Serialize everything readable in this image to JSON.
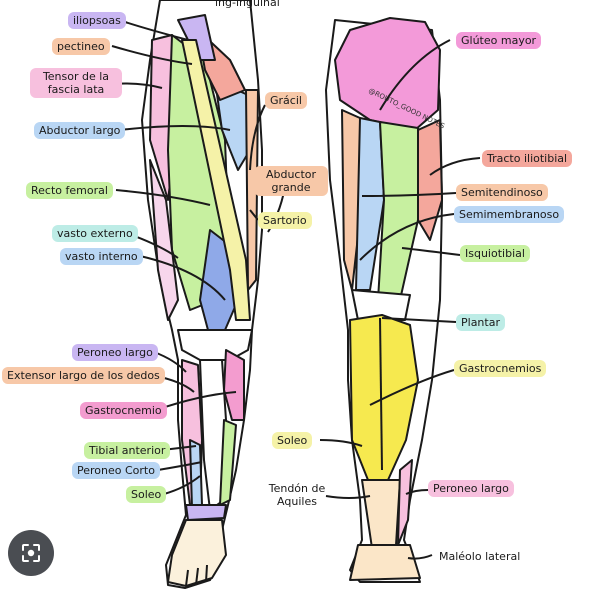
{
  "colors": {
    "pink": "#f7c0de",
    "peach": "#f7c8a8",
    "blue": "#b9d6f4",
    "green": "#c7f0a0",
    "violet": "#c9b6f2",
    "magenta": "#f39ccf",
    "yellow": "#f5f2a8",
    "teal": "#bdece6"
  },
  "labels": {
    "iliopsoas": "iliopsoas",
    "pectineo": "pectineo",
    "tensor": "Tensor de la fascia lata",
    "abductor_largo": "Abductor largo",
    "recto_femoral": "Recto femoral",
    "vasto_externo": "vasto externo",
    "vasto_interno": "vasto interno",
    "top_cut": "ing-inguinal",
    "gracil": "Grácil",
    "abductor_grande": "Abductor grande",
    "sartorio": "Sartorio",
    "peroneo_largo_front": "Peroneo largo",
    "extensor": "Extensor largo de los dedos",
    "gastrocnemio_front": "Gastrocnemio",
    "tibial_anterior": "Tibial anterior",
    "peroneo_corto": "Peroneo Corto",
    "soleo_front": "Soleo",
    "gluteo_mayor": "Glúteo mayor",
    "tracto": "Tracto iliotibial",
    "semitendinoso": "Semitendinoso",
    "semimembranoso": "Semimembranoso",
    "isquiotibial": "Isquiotibial",
    "plantar": "Plantar",
    "gastrocnemios_back": "Gastrocnemios",
    "soleo_back": "Soleo",
    "tendon": "Tendón de Aquiles",
    "peroneo_largo_back": "Peroneo largo",
    "maleolo": "Maléolo lateral",
    "watermark": "@ROUTO_GOOD NOTES"
  },
  "icons": {
    "lens": "image-search-icon"
  }
}
